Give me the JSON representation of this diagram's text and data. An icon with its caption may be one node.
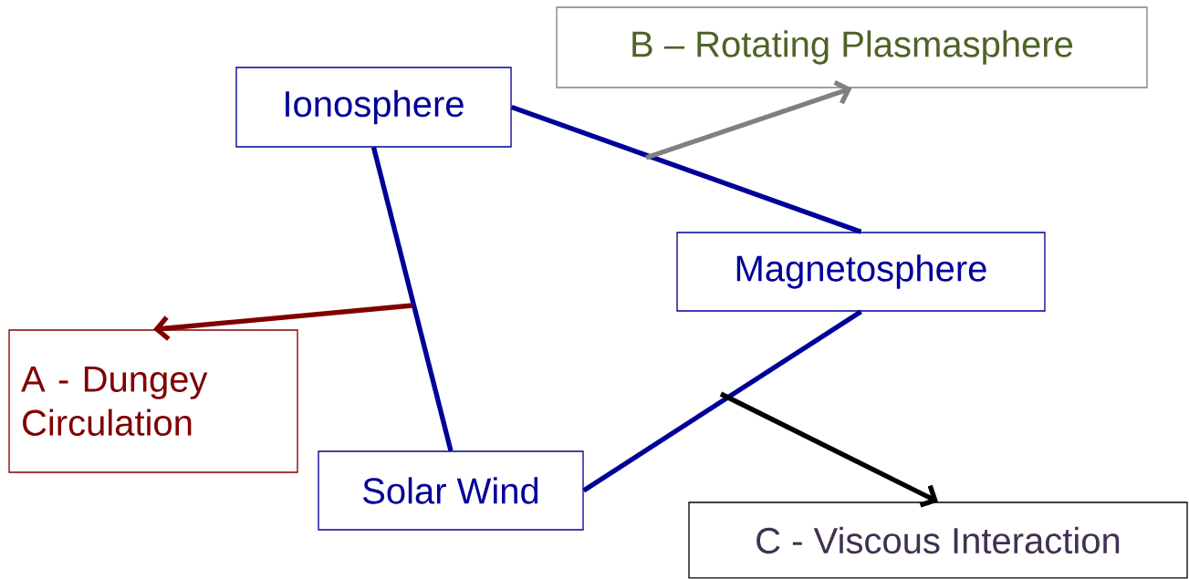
{
  "diagram": {
    "nodes": [
      {
        "text": [
          "Ionosphere"
        ]
      },
      {
        "text": [
          "B – Rotating Plasmasphere"
        ]
      },
      {
        "text": [
          "Magnetosphere"
        ]
      },
      {
        "text": [
          "A - Dungey Circulation"
        ]
      },
      {
        "text": [
          "Solar Wind"
        ]
      },
      {
        "text": [
          "C - Viscous Interaction"
        ]
      }
    ],
    "edges": [
      {
        "from": 0,
        "to": 2,
        "arrow": "none"
      },
      {
        "from": 0,
        "to": 4,
        "arrow": "none"
      },
      {
        "from": 4,
        "to": 2,
        "arrow": "none"
      },
      {
        "from": null,
        "to": 1,
        "arrow": "to",
        "color": "#808080"
      },
      {
        "from": null,
        "to": 3,
        "arrow": "to",
        "color": "#800000"
      },
      {
        "from": null,
        "to": 5,
        "arrow": "to",
        "color": "#000000"
      }
    ]
  }
}
